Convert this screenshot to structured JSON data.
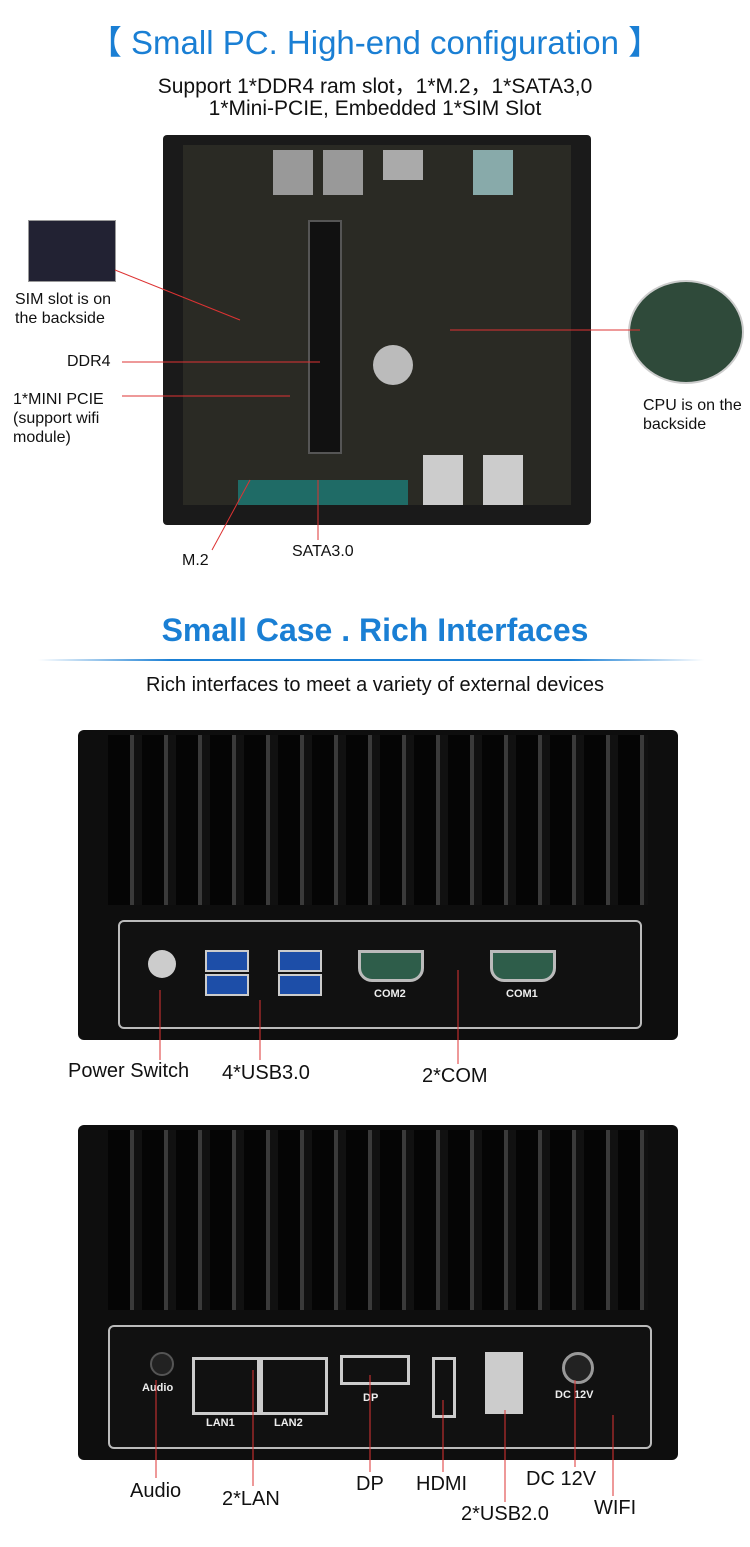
{
  "section1": {
    "title": "【 Small PC. High-end configuration 】",
    "subtitle_line1": "Support 1*DDR4 ram slot，1*M.2，1*SATA3,0",
    "subtitle_line2": "1*Mini-PCIE, Embedded 1*SIM Slot",
    "labels": {
      "sim": "SIM slot is on the backside",
      "ddr4": "DDR4",
      "minipcie": "1*MINI PCIE (support wifi module)",
      "m2": "M.2",
      "sata": "SATA3.0",
      "cpu": "CPU is on the backside"
    }
  },
  "section2": {
    "title": "Small Case . Rich Interfaces",
    "subtitle": "Rich interfaces to meet a variety of external devices",
    "front_labels": {
      "power": "Power Switch",
      "usb3": "4*USB3.0",
      "com": "2*COM"
    },
    "front_ports": {
      "com2": "COM2",
      "com1": "COM1"
    },
    "rear_labels": {
      "audio": "Audio",
      "lan": "2*LAN",
      "dp": "DP",
      "hdmi": "HDMI",
      "usb2": "2*USB2.0",
      "dc": "DC 12V",
      "wifi": "WIFI"
    },
    "rear_ports": {
      "audio": "Audio",
      "lan1": "LAN1",
      "lan2": "LAN2",
      "dp": "DP",
      "dc": "DC 12V"
    }
  },
  "colors": {
    "accent": "#1a7fd4",
    "callout": "#d33"
  }
}
